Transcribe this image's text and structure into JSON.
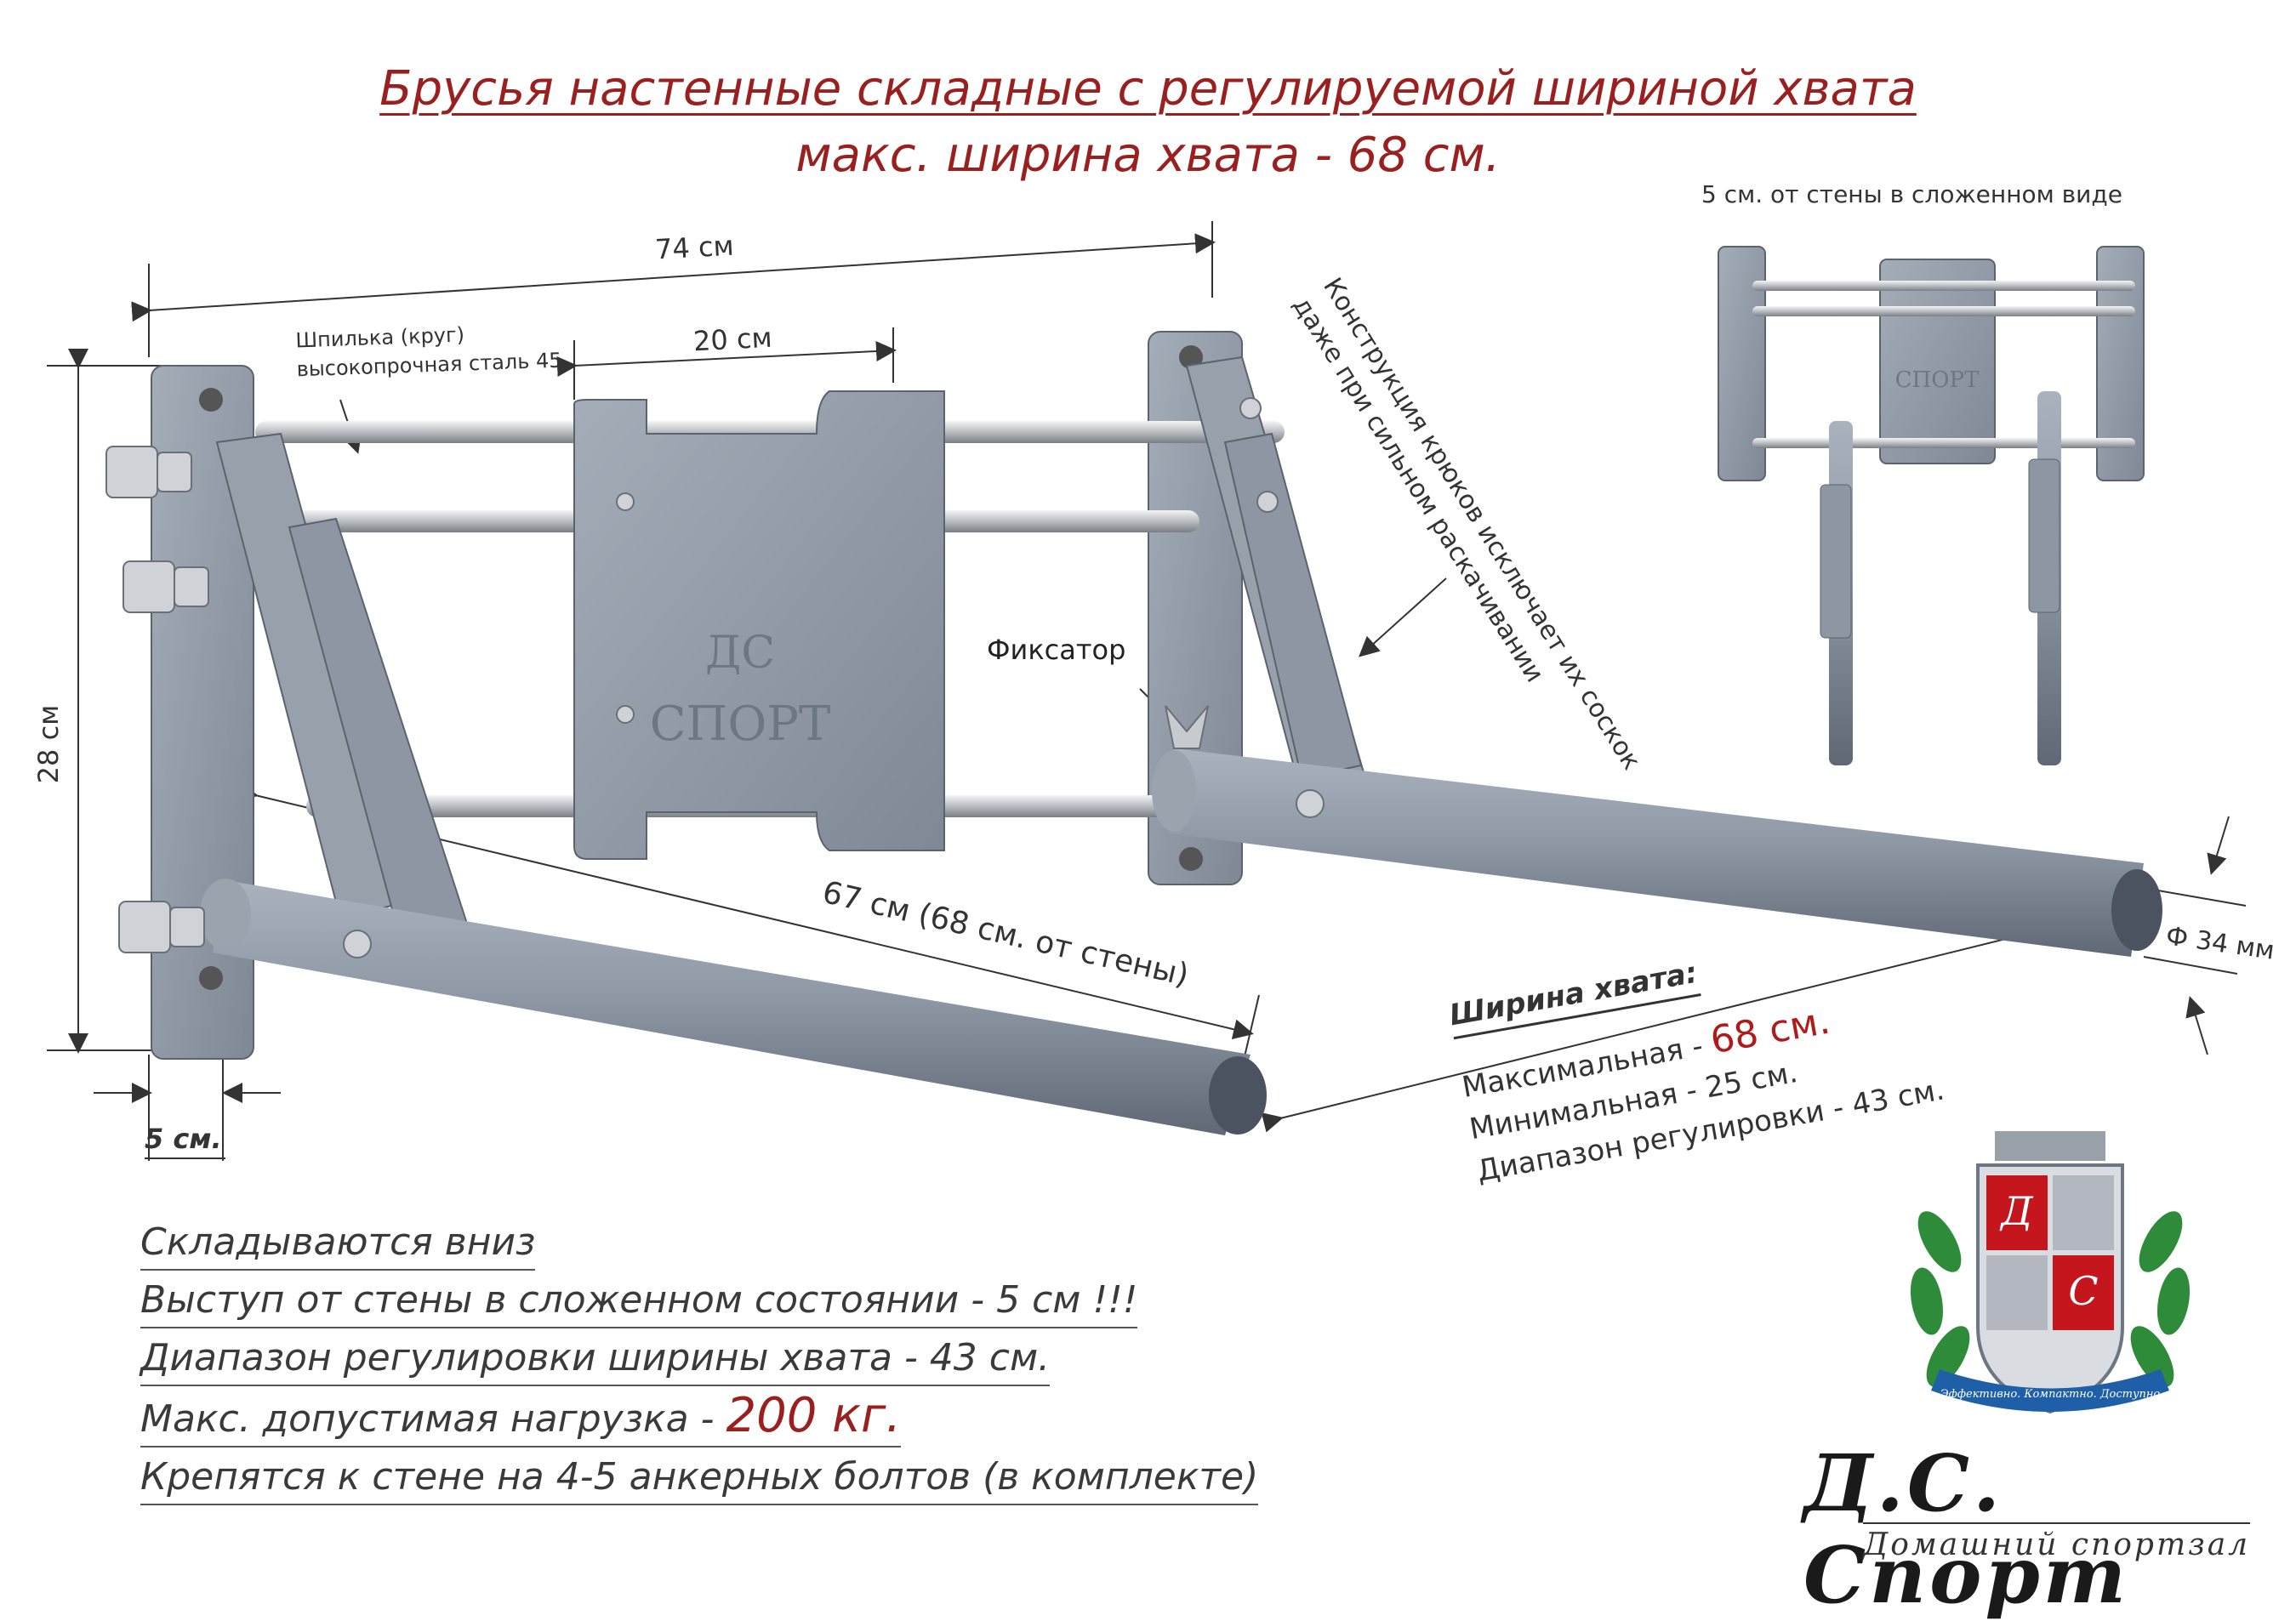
{
  "title": {
    "line1": "Брусья настенные складные с регулируемой шириной хвата",
    "line2": "макс. ширина хвата - 68 см."
  },
  "dimensions": {
    "width_total": "74 см",
    "center_plate": "20 см",
    "height": "28 см",
    "depth": "67 см (68 см. от стены)",
    "wall_gap": "5 см.",
    "diameter": "Ф 34 мм"
  },
  "callouts": {
    "rod": "Шпилька (круг)",
    "rod_material": "высокопрочная сталь 45",
    "lock": "Фиксатор",
    "hooks_line1": "Конструкция крюков исключает их соскок",
    "hooks_line2": "даже при сильном раскачивании",
    "folded": "5 см. от стены в сложенном виде"
  },
  "grip": {
    "header": "Ширина хвата:",
    "max_label": "Максимальная - ",
    "max_value": "68 см.",
    "min": "Минимальная - 25 см.",
    "range": "Диапазон регулировки - 43 см."
  },
  "notes": {
    "n1": "Складываются вниз",
    "n2": "Выступ от стены в сложенном состоянии - 5 см !!!",
    "n3": "Диапазон регулировки ширины хвата - 43 см.",
    "n4_label": "Макс. допустимая нагрузка - ",
    "n4_value": "200 кг.",
    "n5": "Крепятся к стене на 4-5 анкерных болтов (в комплекте)"
  },
  "brand": {
    "name": "Д.С. Спорт",
    "tagline": "Домашний спортзал",
    "emblem_text": "Эффективно. Компактно. Доступно",
    "emblem_letters": [
      "Д",
      "С"
    ]
  },
  "plate_text": {
    "line1": "ДС",
    "line2": "СПОРТ"
  },
  "colors": {
    "title": "#9a1f1f",
    "metal": "#8f99a6",
    "metal_dark": "#6d7683",
    "accent_red": "#b01a1a"
  }
}
